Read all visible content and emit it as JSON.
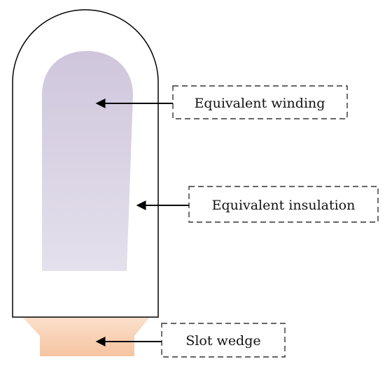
{
  "labels": {
    "winding": "Equivalent winding",
    "insulation": "Equivalent insulation",
    "wedge": "Slot wedge"
  },
  "colors": {
    "slot_outline": "#000000",
    "winding_fill_top": "#cfc6dc",
    "winding_fill_bottom": "#e4e0ec",
    "wedge_fill_top": "#fbe0cc",
    "wedge_fill_bottom": "#f6c4a0",
    "label_border": "#333333",
    "arrow": "#000000"
  }
}
